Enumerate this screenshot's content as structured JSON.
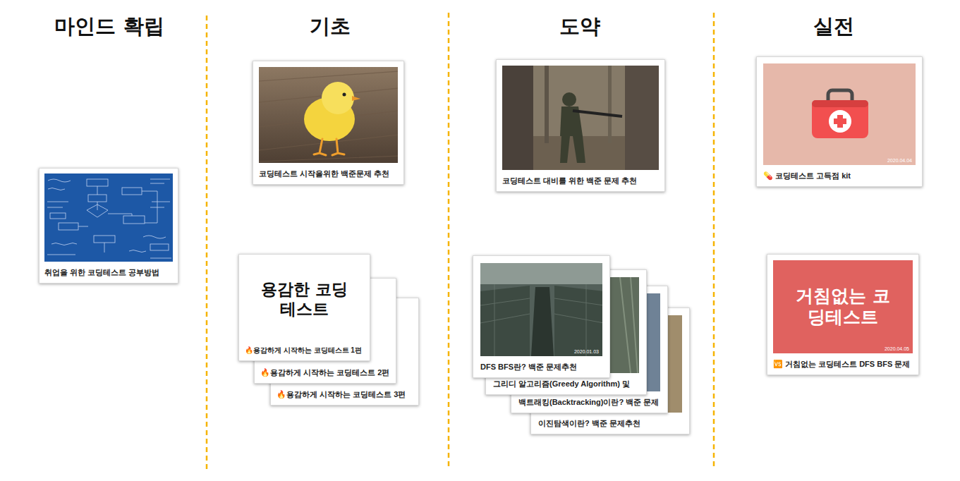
{
  "diagram": {
    "nodes": [
      {
        "text": [
          "취업을 위한 코딩테스트 공부방법"
        ]
      },
      {
        "text": [
          "코딩테스트 시작을위한 백준문제 추천"
        ]
      },
      {
        "text": [
          "용감한 코딩테스트",
          "🔥용감하게 시작하는 코딩테스트 1편"
        ]
      },
      {
        "text": [
          "🔥용감하게 시작하는 코딩테스트 2편"
        ]
      },
      {
        "text": [
          "🔥용감하게 시작하는 코딩테스트 3편"
        ]
      },
      {
        "text": [
          "코딩테스트 대비를 위한 백준 문제 추천"
        ]
      },
      {
        "text": [
          "2020.01.03",
          "DFS BFS란? 백준 문제추천"
        ]
      },
      {
        "text": [
          "그리디 알고리즘(Greedy Algorithm) 및"
        ]
      },
      {
        "text": [
          "백트래킹(Backtracking)이란? 백준 문제"
        ]
      },
      {
        "text": [
          "이진탐색이란? 백준 문제추천"
        ]
      },
      {
        "text": [
          "2020.04.04",
          "💊 코딩테스트 고득점 kit"
        ]
      },
      {
        "text": [
          "거침없는 코딩테스트",
          "2020.04.05",
          "🆚 거침없는 코딩테스트 DFS BFS 문제"
        ]
      }
    ],
    "labels": [
      "마인드 확립",
      "기초",
      "도약",
      "실전"
    ]
  }
}
